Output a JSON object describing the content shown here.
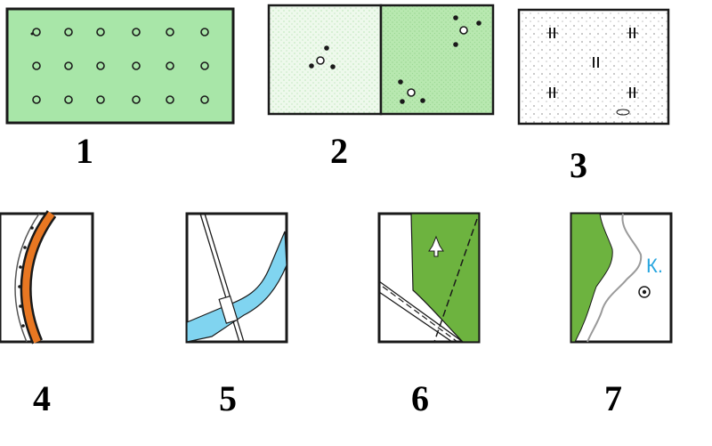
{
  "colors": {
    "orchard_green": "#a8e6a8",
    "meadow_green": "#b8e8b0",
    "forest_green": "#6db33f",
    "water_blue": "#80d4f0",
    "road_orange": "#e87722",
    "label_blue": "#2aa7e0",
    "outline": "#1a1a1a"
  },
  "symbols": [
    {
      "number": "1",
      "icon": "orchard-symbol"
    },
    {
      "number": "2",
      "icon": "shrub-symbol"
    },
    {
      "number": "3",
      "icon": "vegetable-garden-symbol"
    },
    {
      "number": "4",
      "icon": "highway-symbol"
    },
    {
      "number": "5",
      "icon": "river-bridge-symbol"
    },
    {
      "number": "6",
      "icon": "forest-railway-symbol"
    },
    {
      "number": "7",
      "icon": "spring-symbol",
      "label": "К."
    }
  ]
}
